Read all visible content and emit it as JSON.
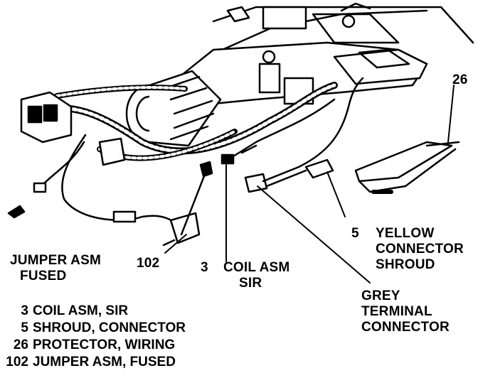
{
  "callouts": {
    "jumper": {
      "line1": "JUMPER ASM",
      "line2": "FUSED"
    },
    "num_102": "102",
    "coil_num": "3",
    "coil": {
      "line1": "COIL ASM",
      "line2": "SIR"
    },
    "shroud_num": "5",
    "shroud": {
      "line1": "YELLOW",
      "line2": "CONNECTOR",
      "line3": "SHROUD"
    },
    "grey": {
      "line1": "GREY",
      "line2": "TERMINAL",
      "line3": "CONNECTOR"
    },
    "num_26": "26"
  },
  "legend": [
    {
      "num": "3",
      "text": "COIL ASM, SIR"
    },
    {
      "num": "5",
      "text": "SHROUD, CONNECTOR"
    },
    {
      "num": "26",
      "text": "PROTECTOR, WIRING"
    },
    {
      "num": "102",
      "text": "JUMPER ASM, FUSED"
    }
  ],
  "colors": {
    "ink": "#000000",
    "paper": "#ffffff"
  }
}
